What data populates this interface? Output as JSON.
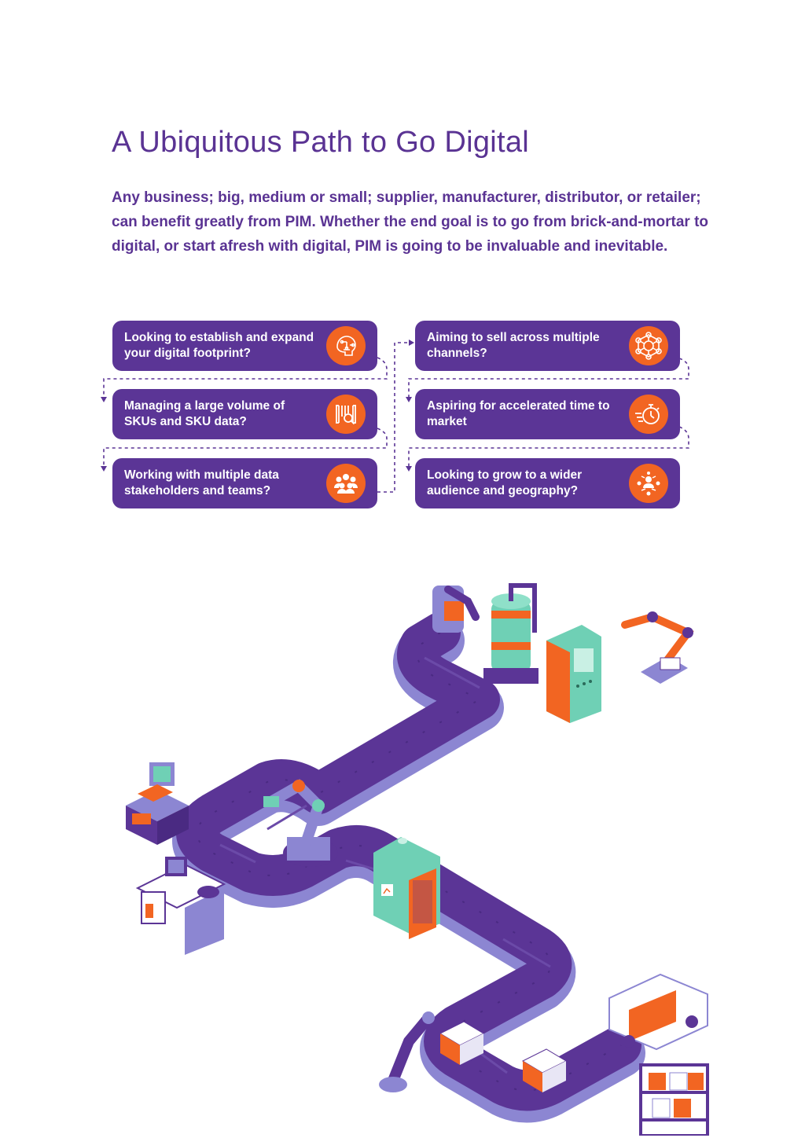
{
  "heading": {
    "title": "A Ubiquitous Path to Go Digital",
    "body": "Any business; big, medium or small; supplier, manufacturer, distributor, or retailer; can benefit greatly from PIM. Whether the end goal is to go from brick-and-mortar to digital, or start afresh with digital, PIM is going to be invaluable and inevitable."
  },
  "cards": [
    {
      "label": "Looking to establish and expand your digital footprint?",
      "icon": "brain-circuit-icon"
    },
    {
      "label": "Managing a large volume of SKUs and SKU data?",
      "icon": "barcode-search-icon"
    },
    {
      "label": "Working with multiple data stakeholders and teams?",
      "icon": "team-group-icon"
    },
    {
      "label": "Aiming to sell across multiple channels?",
      "icon": "network-hub-icon"
    },
    {
      "label": "Aspiring for accelerated time to market",
      "icon": "stopwatch-speed-icon"
    },
    {
      "label": "Looking to grow to a wider audience and geography?",
      "icon": "global-audience-icon"
    }
  ],
  "colors": {
    "primary_purple": "#5b3596",
    "accent_orange": "#f26522",
    "light_purple": "#8c86d2",
    "mint": "#6fd0b5"
  },
  "illustration": {
    "icon": "factory-conveyor-illustration"
  }
}
